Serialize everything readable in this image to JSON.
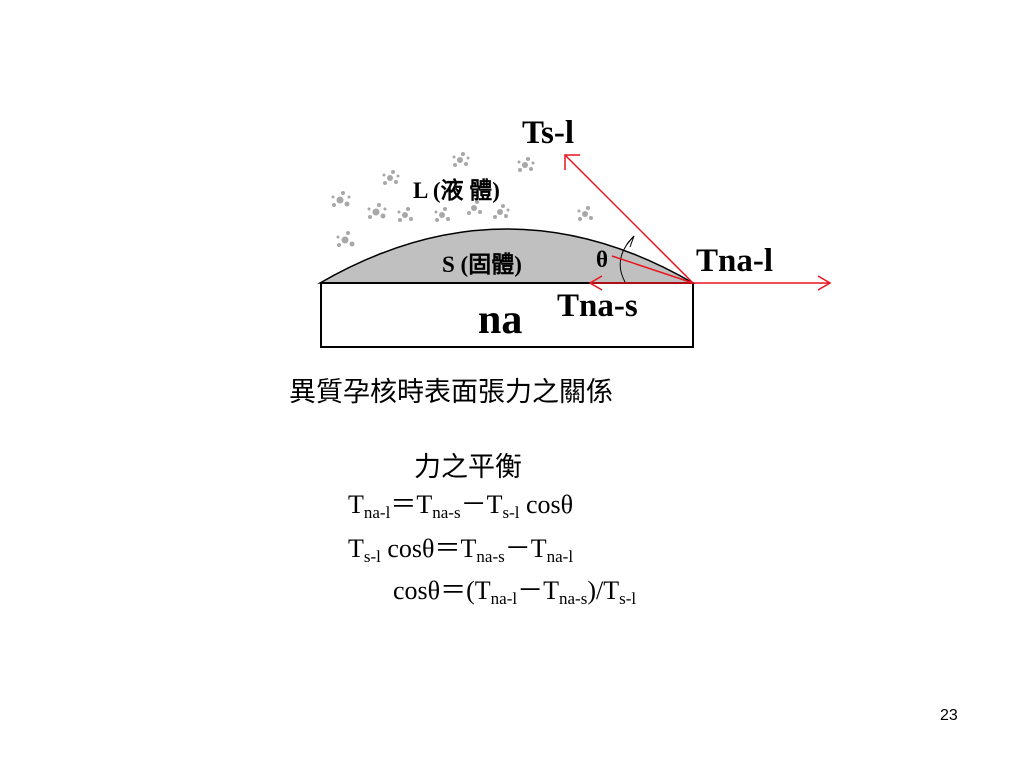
{
  "diagram": {
    "ts_l": "Ts-l",
    "liquid": "L (液 體)",
    "solid": "S (固體)",
    "theta": "θ",
    "tna_l": "Tna-l",
    "tna_s": "Tna-s",
    "substrate": "na"
  },
  "caption": "異質孕核時表面張力之關係",
  "equations": {
    "heading": "力之平衡",
    "eq1": {
      "t1": "T",
      "s1": "na-l",
      "op1": "＝",
      "t2": "T",
      "s2": "na-s",
      "op2": "－",
      "t3": "T",
      "s3": "s-l",
      "tail": " cosθ"
    },
    "eq2": {
      "t1": "T",
      "s1": "s-l",
      "mid": " cosθ＝",
      "t2": "T",
      "s2": "na-s",
      "op": "－",
      "t3": "T",
      "s3": "na-l"
    },
    "eq3": {
      "head": "cosθ＝(T",
      "s1": "na-l",
      "op": "－",
      "t2": "T",
      "s2": "na-s",
      "mid": ")/T",
      "s3": "s-l"
    }
  },
  "colors": {
    "vector": "#e8141e",
    "solid_fill": "#c0c0c0",
    "liquid_dots": "#a8a8a8"
  },
  "page_number": "23"
}
